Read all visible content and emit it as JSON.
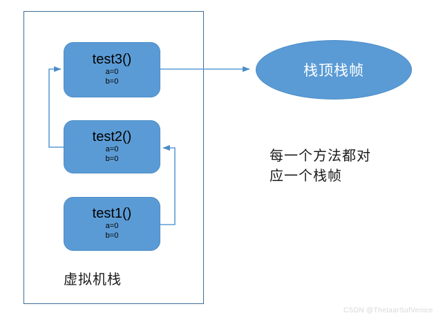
{
  "diagram": {
    "title": "JVM virtual machine stack frames",
    "stack_container": {
      "label": "虚拟机栈"
    },
    "frames": [
      {
        "id": "test3",
        "title": "test3()",
        "vars": [
          "a=0",
          "b=0"
        ]
      },
      {
        "id": "test2",
        "title": "test2()",
        "vars": [
          "a=0",
          "b=0"
        ]
      },
      {
        "id": "test1",
        "title": "test1()",
        "vars": [
          "a=0",
          "b=0"
        ]
      }
    ],
    "top_frame": {
      "label": "栈顶栈帧"
    },
    "note": "每一个方法都对\n应一个栈帧",
    "watermark": "CSDN @ThetaarSofVenice",
    "colors": {
      "frame_fill": "#5B9BD5",
      "frame_stroke": "#4A8CC7",
      "container_stroke": "#3A6A94",
      "connector": "#5B9BD5",
      "ellipse_text": "#FFFFFF",
      "body_text": "#1A1A1A",
      "watermark_text": "#D7D7D7",
      "background": "#FFFFFF"
    }
  }
}
